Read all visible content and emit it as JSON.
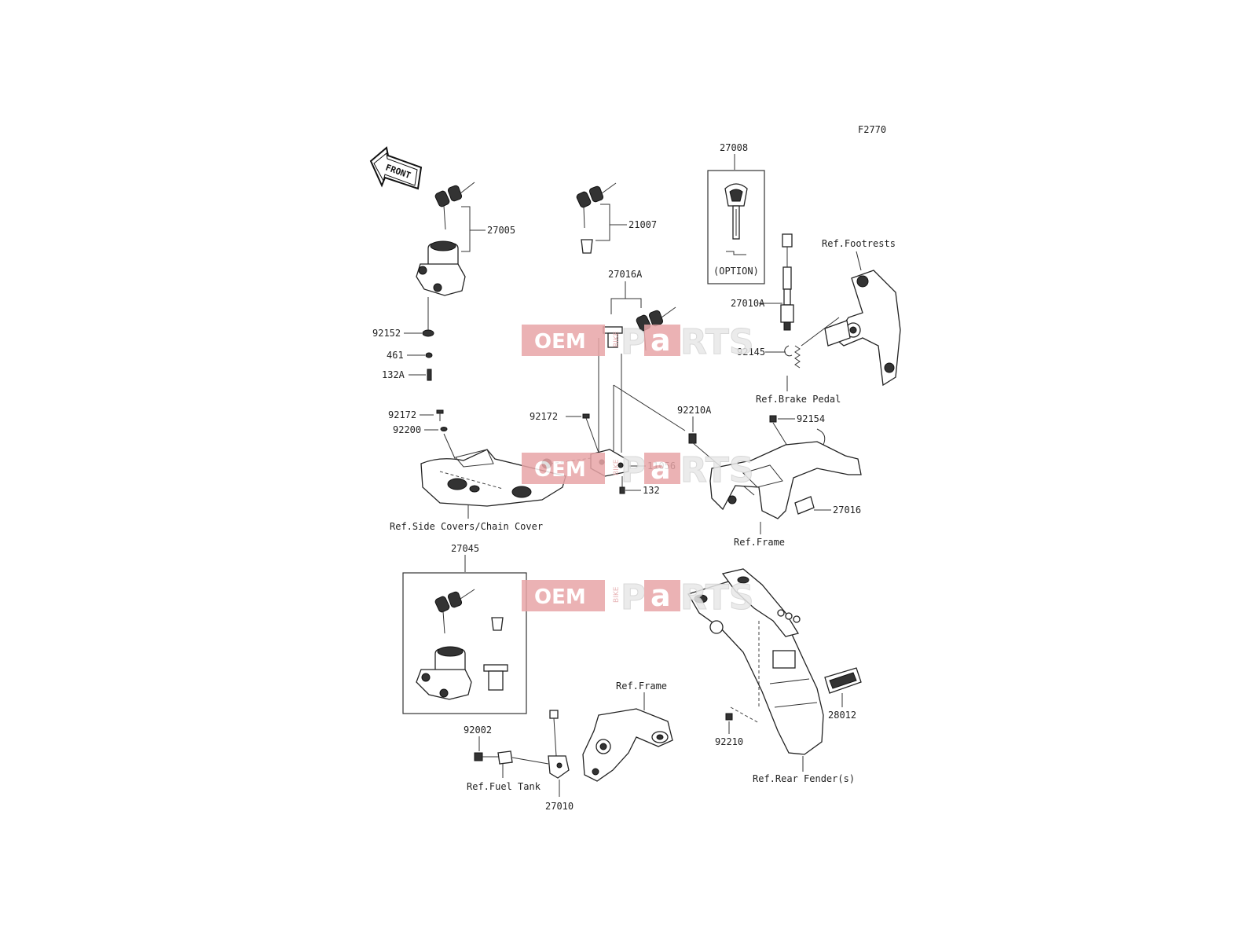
{
  "figure_code": "F2770",
  "watermark": {
    "brand": "OEM",
    "sub": "BIKE",
    "tail_p": "P",
    "tail_a": "a",
    "tail_rts": "RTS",
    "color": "#e8a5a7"
  },
  "direction_arrow": {
    "text": "FRONT"
  },
  "option_text": "(OPTION)",
  "labels": {
    "p27005": "27005",
    "p21007": "21007",
    "p27008": "27008",
    "p27016A": "27016A",
    "p27010A": "27010A",
    "ref_footrests": "Ref.Footrests",
    "p92152": "92152",
    "p461": "461",
    "p132A": "132A",
    "p92145": "92145",
    "ref_brake_pedal": "Ref.Brake Pedal",
    "p92172_left": "92172",
    "p92200": "92200",
    "p92172_mid": "92172",
    "p92210A": "92210A",
    "p92154": "92154",
    "p11056": "11056",
    "p132": "132",
    "p27016": "27016",
    "ref_side_covers": "Ref.Side Covers/Chain Cover",
    "ref_frame_mid": "Ref.Frame",
    "p27045": "27045",
    "ref_frame_low": "Ref.Frame",
    "p28012": "28012",
    "p92002": "92002",
    "p92210": "92210",
    "ref_fuel_tank": "Ref.Fuel Tank",
    "p27010": "27010",
    "ref_rear_fender": "Ref.Rear Fender(s)"
  }
}
